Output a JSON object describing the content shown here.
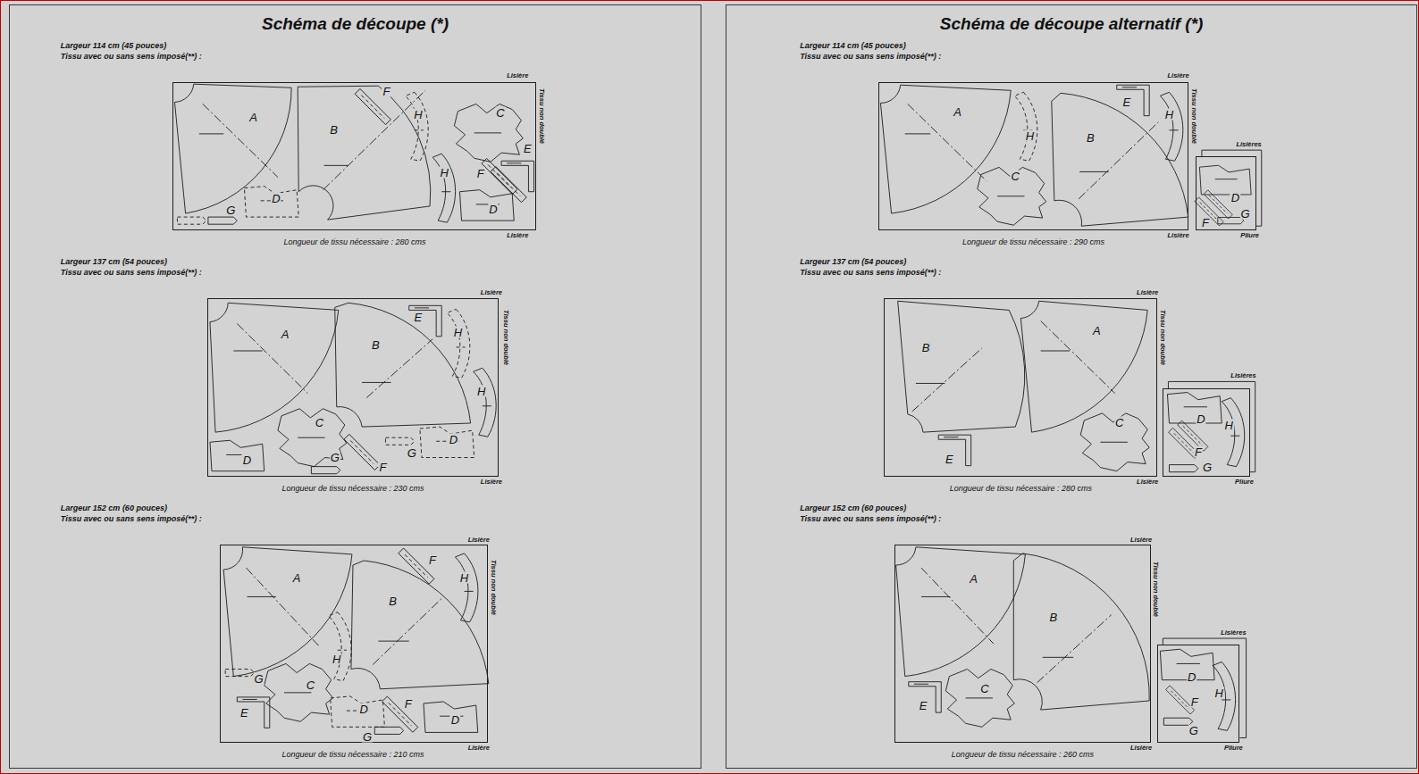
{
  "diagram": {
    "nodes": [
      {
        "text": [
          "Schéma de découpe (*)"
        ]
      },
      {
        "text": [
          "Schéma de découpe alternatif (*)"
        ]
      },
      {
        "text": [
          "A",
          "B",
          "F",
          "H",
          "C",
          "E",
          "H",
          "F",
          "D",
          "D",
          "G"
        ],
        "in": 0
      },
      {
        "text": [
          "A",
          "B",
          "E",
          "H",
          "H",
          "C",
          "D",
          "G",
          "G",
          "D",
          "F"
        ],
        "in": 0
      },
      {
        "text": [
          "A",
          "F",
          "H",
          "B",
          "H",
          "G",
          "C",
          "F",
          "D",
          "E",
          "D",
          "G"
        ],
        "in": 0
      },
      {
        "text": [
          "A",
          "E",
          "H",
          "H",
          "B",
          "C"
        ],
        "in": 1
      },
      {
        "text": [
          "D",
          "G",
          "F"
        ],
        "in": 1
      },
      {
        "text": [
          "A",
          "B",
          "C",
          "E"
        ],
        "in": 1
      },
      {
        "text": [
          "D",
          "H",
          "F",
          "G"
        ],
        "in": 1
      },
      {
        "text": [
          "A",
          "B",
          "C",
          "E"
        ],
        "in": 1
      },
      {
        "text": [
          "D",
          "H",
          "F",
          "G"
        ],
        "in": 1
      }
    ],
    "labels": [
      "Largeur 114 cm (45 pouces)",
      "Tissu avec ou sans sens imposé(**) :",
      "Lisière",
      "Tissu non doublé",
      "Lisière",
      "Longueur de tissu nécessaire : 280 cms",
      "Largeur 137 cm (54 pouces)",
      "Tissu avec ou sans sens imposé(**) :",
      "Lisière",
      "Tissu non doublé",
      "Lisière",
      "Longueur de tissu nécessaire : 230 cms",
      "Largeur 152 cm (60 pouces)",
      "Tissu avec ou sans sens imposé(**) :",
      "Lisière",
      "Tissu non doublé",
      "Lisière",
      "Longueur de tissu nécessaire : 210 cms",
      "Largeur 114 cm (45 pouces)",
      "Tissu avec ou sans sens imposé(**) :",
      "Lisière",
      "Tissu non doublé",
      "Lisières",
      "Lisière",
      "Pliure",
      "Longueur de tissu nécessaire : 290 cms",
      "Largeur 137 cm (54 pouces)",
      "Tissu avec ou sans sens imposé(**) :",
      "Lisière",
      "Tissu non doublé",
      "Lisières",
      "Lisière",
      "Pliure",
      "Longueur de tissu nécessaire : 280 cms",
      "Largeur 152 cm (60 pouces)",
      "Tissu avec ou sans sens imposé(**) :",
      "Lisière",
      "Tissu non doublé",
      "Lisières",
      "Lisière",
      "Pliure",
      "Longueur de tissu nécessaire : 260 cms"
    ]
  }
}
